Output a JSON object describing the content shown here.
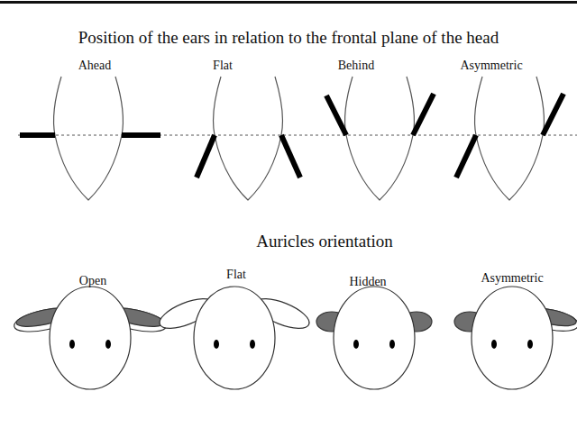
{
  "diagram": {
    "title": "Position of the ears in relation to the frontal plane of the head",
    "labels": [
      "Ahead",
      "Flat",
      "Behind",
      "Asymmetric",
      "Auricles orientation",
      "Open",
      "Flat",
      "Hidden",
      "Asymmetric"
    ]
  }
}
